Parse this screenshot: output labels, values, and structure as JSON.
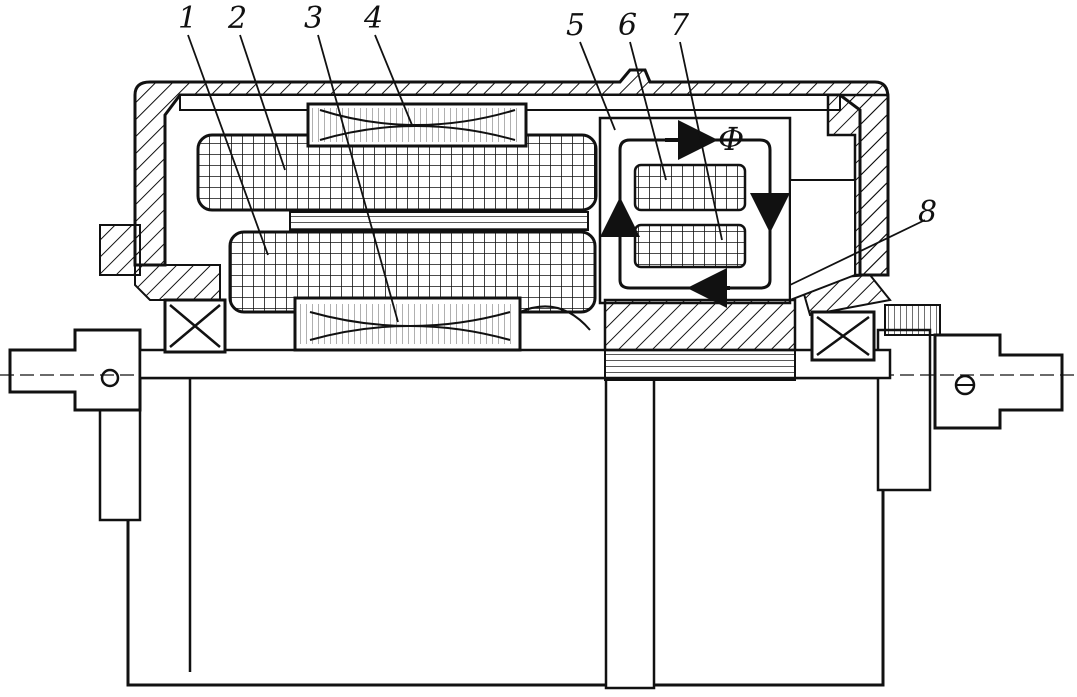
{
  "diagram": {
    "labels": [
      "1",
      "2",
      "3",
      "4",
      "5",
      "6",
      "7",
      "8"
    ],
    "flux_symbol": "Φ"
  }
}
